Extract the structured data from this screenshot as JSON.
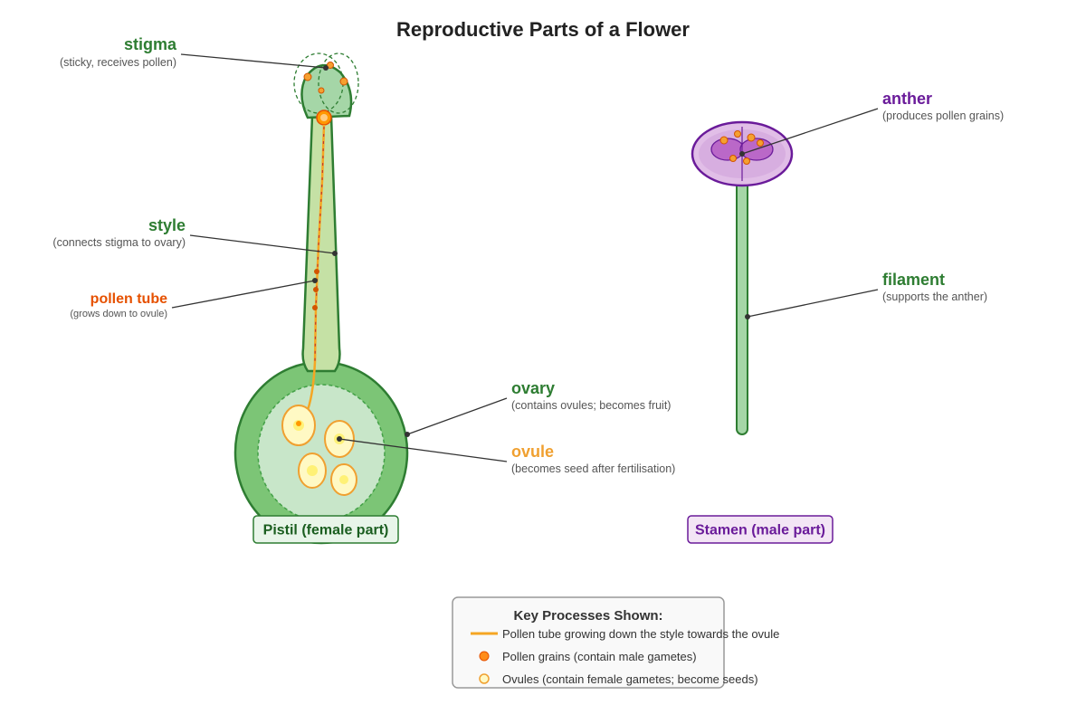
{
  "title": "Reproductive Parts of a Flower",
  "colors": {
    "pistil_green": "#2e7d32",
    "stamen_purple": "#6a1b9a",
    "pollen_orange": "#f57c00",
    "pollen_tube_label": "#e65100",
    "ovule_label": "#f0a030",
    "ovule_fill": "#fff59d"
  },
  "labels": {
    "stigma": {
      "name": "stigma",
      "desc": "(sticky, receives pollen)"
    },
    "style": {
      "name": "style",
      "desc": "(connects stigma to ovary)"
    },
    "pollen_tube": {
      "name": "pollen tube",
      "desc": "(grows down to ovule)"
    },
    "ovary": {
      "name": "ovary",
      "desc": "(contains ovules; becomes fruit)"
    },
    "ovule": {
      "name": "ovule",
      "desc": "(becomes seed after fertilisation)"
    },
    "anther": {
      "name": "anther",
      "desc": "(produces pollen grains)"
    },
    "filament": {
      "name": "filament",
      "desc": "(supports the anther)"
    }
  },
  "parts": {
    "pistil": "Pistil (female part)",
    "stamen": "Stamen (male part)"
  },
  "legend": {
    "title": "Key Processes Shown:",
    "items": [
      {
        "icon": "orange-line",
        "text": "Pollen tube growing down the style towards the ovule"
      },
      {
        "icon": "orange-dot",
        "text": "Pollen grains (contain male gametes)"
      },
      {
        "icon": "yellow-circle",
        "text": "Ovules (contain female gametes; become seeds)"
      }
    ]
  }
}
